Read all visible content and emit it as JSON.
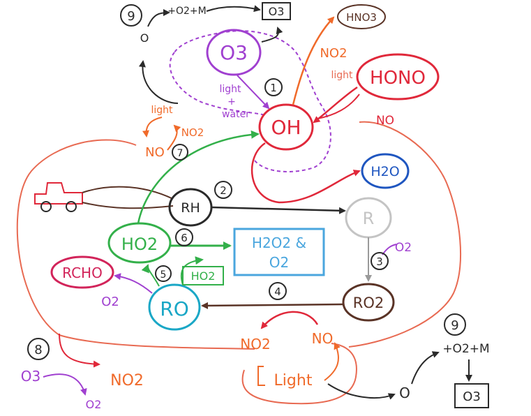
{
  "colors": {
    "orange": "#f06a2a",
    "red": "#e0283a",
    "purple": "#a040d0",
    "black": "#2a2a2a",
    "green": "#33b04a",
    "blue": "#1f56c0",
    "cyan": "#1aa7c6",
    "lightblue": "#4aa6de",
    "brown": "#5a3326",
    "magenta": "#d2245a",
    "grey": "#b8b8b8",
    "salmon": "#e86a52"
  },
  "nodes": {
    "o3_top": "O3",
    "oh": "OH",
    "hono": "HONO",
    "hno3": "HNO3",
    "h2o": "H2O",
    "rh": "RH",
    "r": "R",
    "ro2": "RO2",
    "ro": "RO",
    "ho2_main": "HO2",
    "ho2_small": "HO2",
    "rcho": "RCHO",
    "h2o2_o2_line1": "H2O2 &",
    "h2o2_o2_line2": "O2",
    "o3_box_top": "O3",
    "o3_box_bottom": "O3"
  },
  "labels": {
    "light_water_1": "light",
    "light_water_2": "+",
    "light_water_3": "water",
    "no2_hno3": "NO2",
    "light_hono": "light",
    "no_hono": "NO",
    "light_no_left": "light",
    "no2_left": "NO2",
    "no_left": "NO",
    "o_top": "O",
    "o2m_top": "+O2+M",
    "o2_r": "O2",
    "o2_rcho": "O2",
    "no2_bottom": "NO2",
    "no_bottom": "NO",
    "light_bottom": "Light",
    "o_bottom": "O",
    "o2m_bottom": "+O2+M",
    "o3_left": "O3",
    "no2_left_bottom": "NO2",
    "o2_left_bottom": "O2"
  },
  "steps": {
    "s1": "1",
    "s2": "2",
    "s3": "3",
    "s4": "4",
    "s5": "5",
    "s6": "6",
    "s7": "7",
    "s8": "8",
    "s9_top": "9",
    "s9_bottom": "9"
  }
}
